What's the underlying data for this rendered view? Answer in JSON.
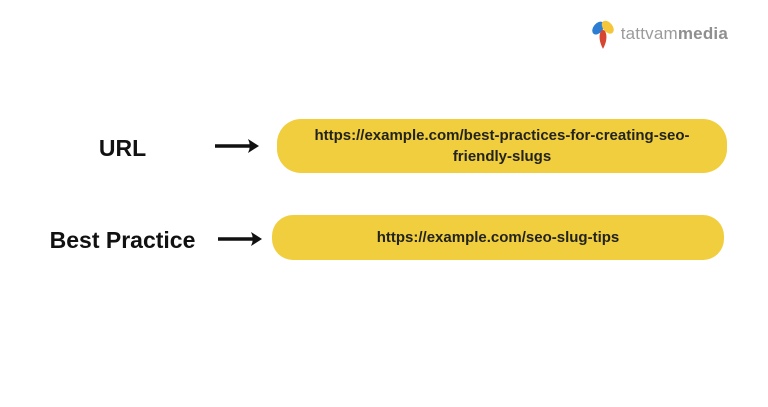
{
  "page": {
    "background": "#ffffff"
  },
  "header": {
    "logo": {
      "text_light": "tattvam",
      "text_bold": "media",
      "text_color": "#9b9b9b",
      "icon_name": "tattvam-media-trefoil-icon",
      "icon_colors": {
        "left_petal": "#2d7dd2",
        "right_petal": "#f5c63a",
        "bottom_petal": "#d64530"
      }
    }
  },
  "diagram": {
    "rows": [
      {
        "label": "URL",
        "value": "https://example.com/best-practices-for-creating-seo-friendly-slugs"
      },
      {
        "label": "Best Practice",
        "value": "https://example.com/seo-slug-tips"
      }
    ],
    "colors": {
      "pill_background": "#F0CE3E",
      "pill_text": "#23231d",
      "label_text": "#111111",
      "arrow": "#111111"
    }
  }
}
